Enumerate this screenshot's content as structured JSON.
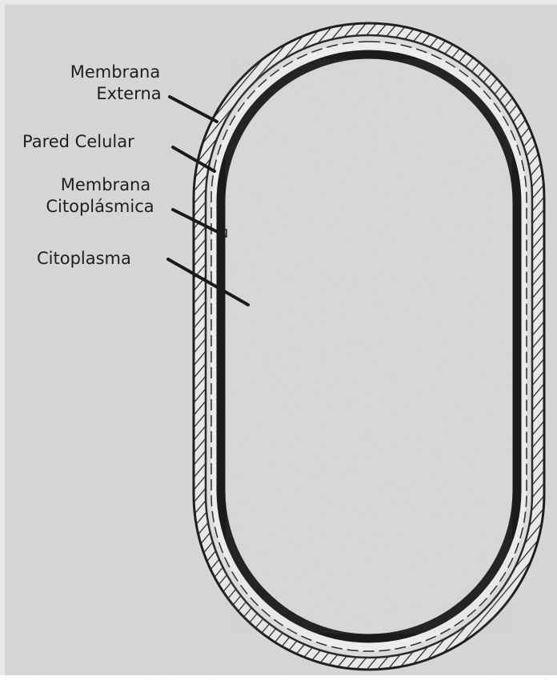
{
  "diagram": {
    "labels": {
      "outer_membrane": [
        "Membrana",
        "Externa"
      ],
      "cell_wall": "Pared Celular",
      "cytoplasmic_membrane": [
        "Membrana",
        "Citoplásmica"
      ],
      "cytoplasm": "Citoplasma"
    }
  }
}
